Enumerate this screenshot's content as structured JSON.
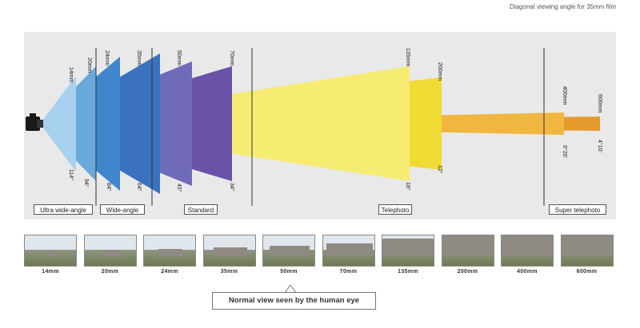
{
  "header": {
    "caption": "Diagonal viewing angle for 35mm film"
  },
  "colors": {
    "background": "#e9e9e9",
    "wide": "#3a78c8",
    "standard": "#6b5fb4",
    "telephoto": "#f1e23c",
    "supertele": "#e4a02f"
  },
  "categories": [
    {
      "label": "Ultra wide-angle"
    },
    {
      "label": "Wide-angle"
    },
    {
      "label": "Standard"
    },
    {
      "label": "Telephoto"
    },
    {
      "label": "Super telephoto"
    }
  ],
  "lenses": [
    {
      "focal": "14mm",
      "angle": "114°",
      "color": "#a7d1ee"
    },
    {
      "focal": "20mm",
      "angle": "94°",
      "color": "#6aa9dc"
    },
    {
      "focal": "24mm",
      "angle": "84°",
      "color": "#3f86cc"
    },
    {
      "focal": "35mm",
      "angle": "64°",
      "color": "#3a72c0"
    },
    {
      "focal": "50mm",
      "angle": "45°",
      "color": "#6f6ab9"
    },
    {
      "focal": "70mm",
      "angle": "34°",
      "color": "#6a52a8"
    },
    {
      "focal": "135mm",
      "angle": "18°",
      "color": "#f6ec72"
    },
    {
      "focal": "200mm",
      "angle": "12°",
      "color": "#f0da34"
    },
    {
      "focal": "400mm",
      "angle": "6°20'",
      "color": "#f1b640"
    },
    {
      "focal": "600mm",
      "angle": "4°10'",
      "color": "#e49a2d"
    }
  ],
  "thumbnails": [
    {
      "label": "14mm"
    },
    {
      "label": "20mm"
    },
    {
      "label": "24mm"
    },
    {
      "label": "35mm"
    },
    {
      "label": "50mm"
    },
    {
      "label": "70mm"
    },
    {
      "label": "135mm"
    },
    {
      "label": "200mm"
    },
    {
      "label": "400mm"
    },
    {
      "label": "600mm"
    }
  ],
  "callout": {
    "text": "Normal view seen by the human eye"
  }
}
